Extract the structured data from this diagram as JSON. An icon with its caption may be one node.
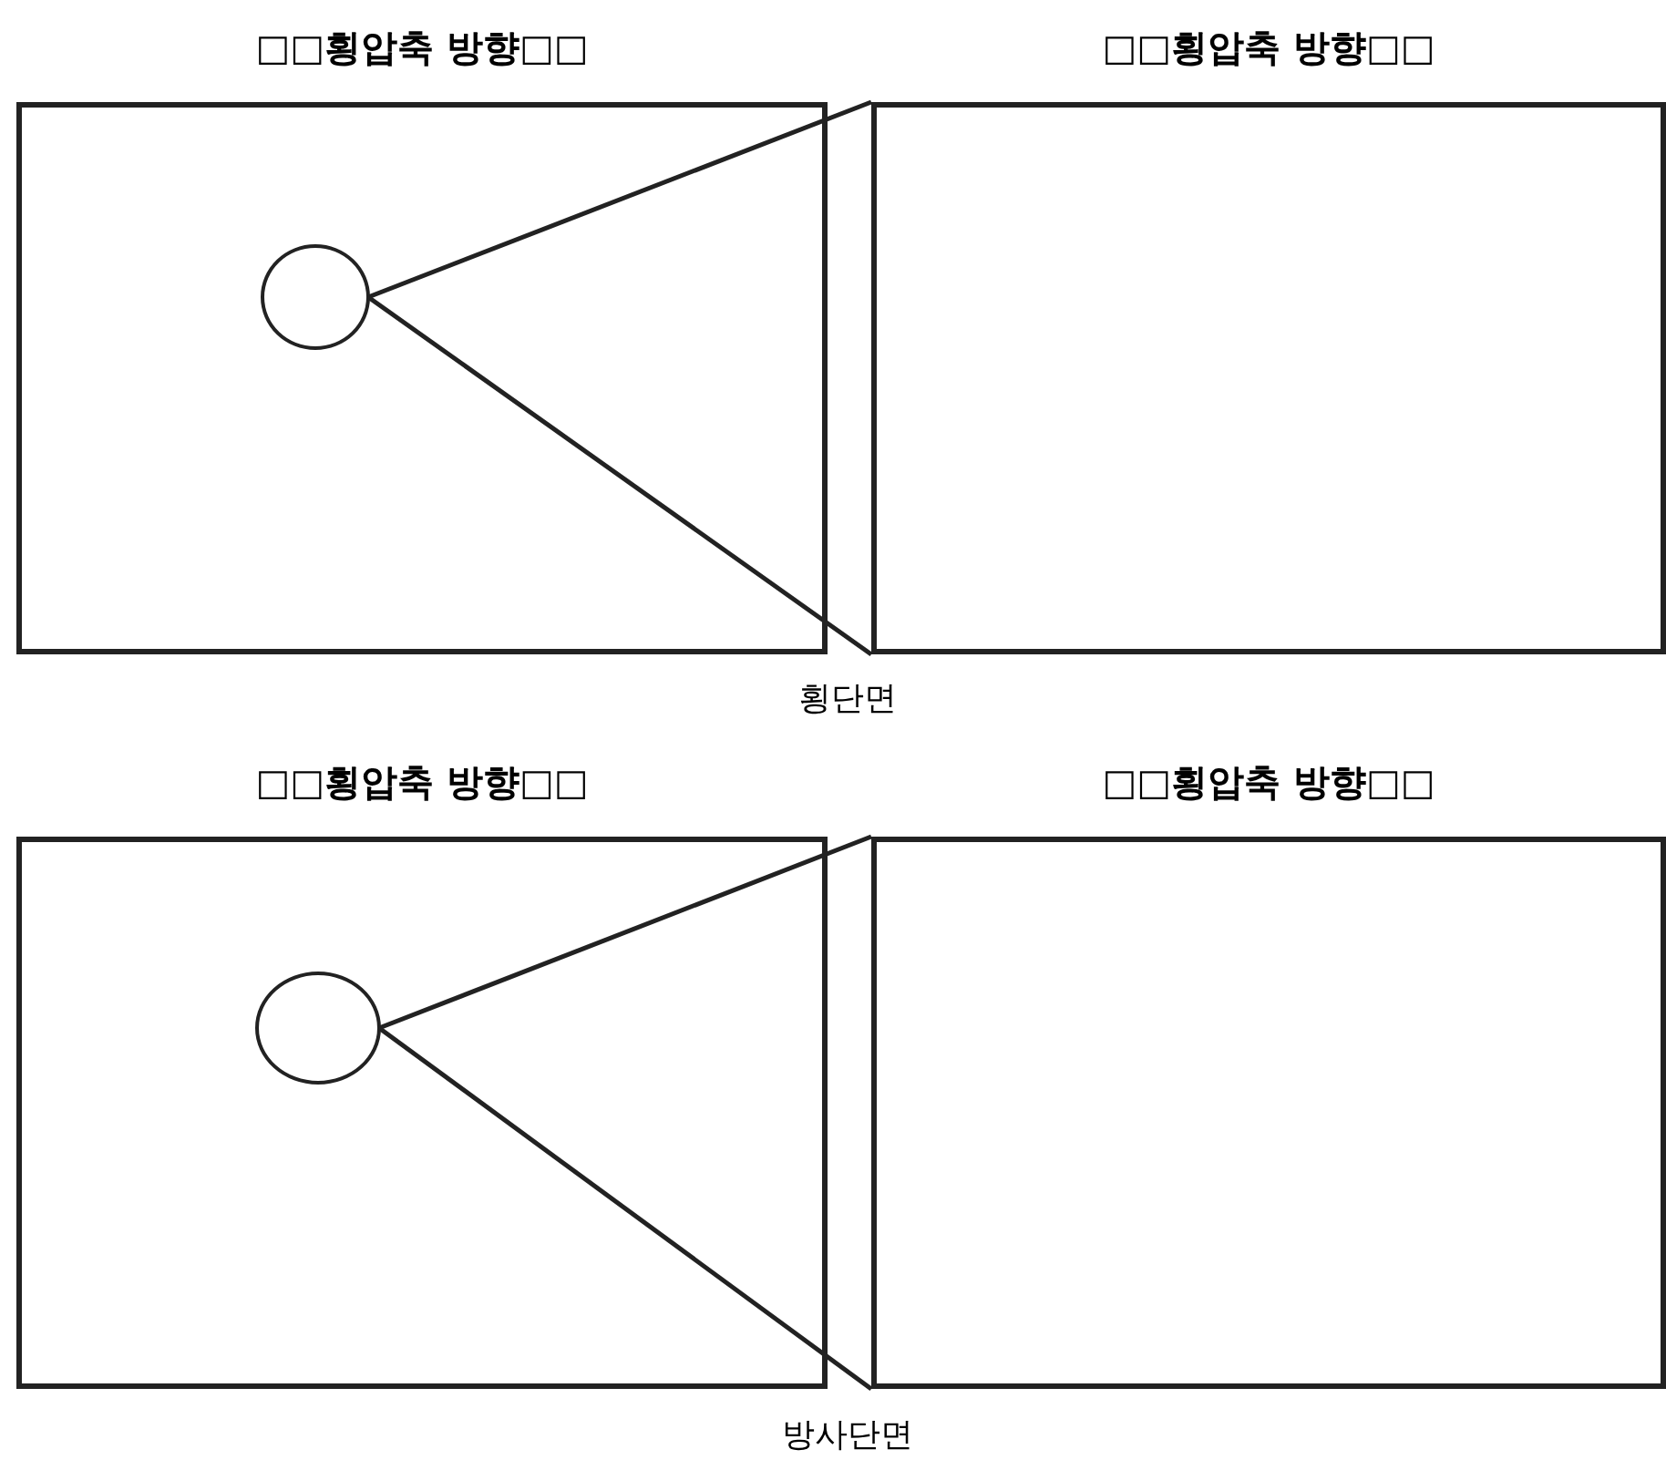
{
  "diagram": {
    "nodes": [
      {
        "text": [
          "□□횡압축 방향□□"
        ]
      },
      {
        "text": [],
        "shape": "circle",
        "in": 0
      },
      {
        "text": [
          "□□횡압축 방향□□"
        ]
      },
      {
        "text": [
          "□□횡압축 방향□□"
        ]
      },
      {
        "text": [],
        "shape": "circle",
        "in": 3
      },
      {
        "text": [
          "□□횡압축 방향□□"
        ]
      }
    ],
    "edges": [
      {
        "from": 1,
        "to": 2,
        "arrow": "none"
      },
      {
        "from": 1,
        "to": 2,
        "arrow": "none"
      },
      {
        "from": 4,
        "to": 5,
        "arrow": "none"
      },
      {
        "from": 4,
        "to": 5,
        "arrow": "none"
      }
    ],
    "labels": [
      "횡단면",
      "방사단면"
    ]
  }
}
